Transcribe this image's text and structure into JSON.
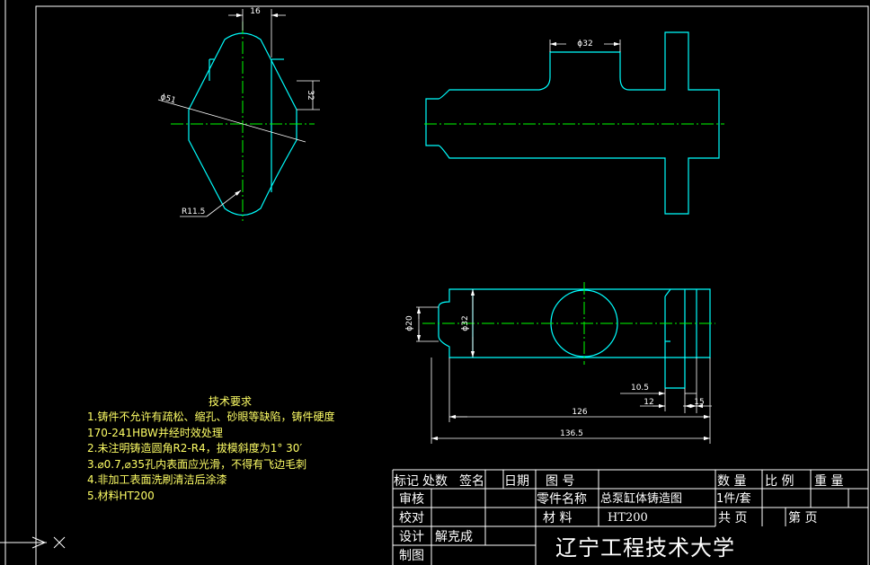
{
  "colors": {
    "background": "#000000",
    "outline": "#00ffff",
    "centerline": "#00ff00",
    "dimension": "#ffffff",
    "note_text": "#ffff66",
    "frame": "#ffffff"
  },
  "dimensions": {
    "width_16": "16",
    "dia_51": "ϕ51",
    "dim_32": "32",
    "radius": "R11.5",
    "dia_32_top": "ϕ32",
    "dia_20": "ϕ20",
    "dia_32_side": "ϕ32",
    "d_10_5": "10.5",
    "d_12": "12",
    "d_15": "15",
    "d_126": "126",
    "d_136_5": "136.5"
  },
  "tech_requirements": {
    "title": "技术要求",
    "items": [
      "1.铸件不允许有疏松、缩孔、砂眼等缺陷，铸件硬度",
      "170-241HBW并经时效处理",
      "2.未注明铸造圆角R2-R4，拔模斜度为1° 30′",
      "3.⌀0.7,⌀35孔内表面应光滑，不得有飞边毛刺",
      "4.非加工表面洗刷清洁后涂漆",
      "5.材料HT200"
    ]
  },
  "title_block": {
    "mark": "标记",
    "count": "处数",
    "sign": "签名",
    "date": "日期",
    "drawing_no": "图 号",
    "quantity": "数 量",
    "scale": "比 例",
    "weight": "重 量",
    "review": "审核",
    "part_name_label": "零件名称",
    "part_name": "总泵缸体铸造图",
    "qty_value": "1件/套",
    "check": "校对",
    "material_label": "材 料",
    "material": "HT200",
    "total": "共 页",
    "page": "第 页",
    "design": "设计",
    "designer": "解克成",
    "draw": "制图",
    "school": "辽宁工程技术大学"
  }
}
